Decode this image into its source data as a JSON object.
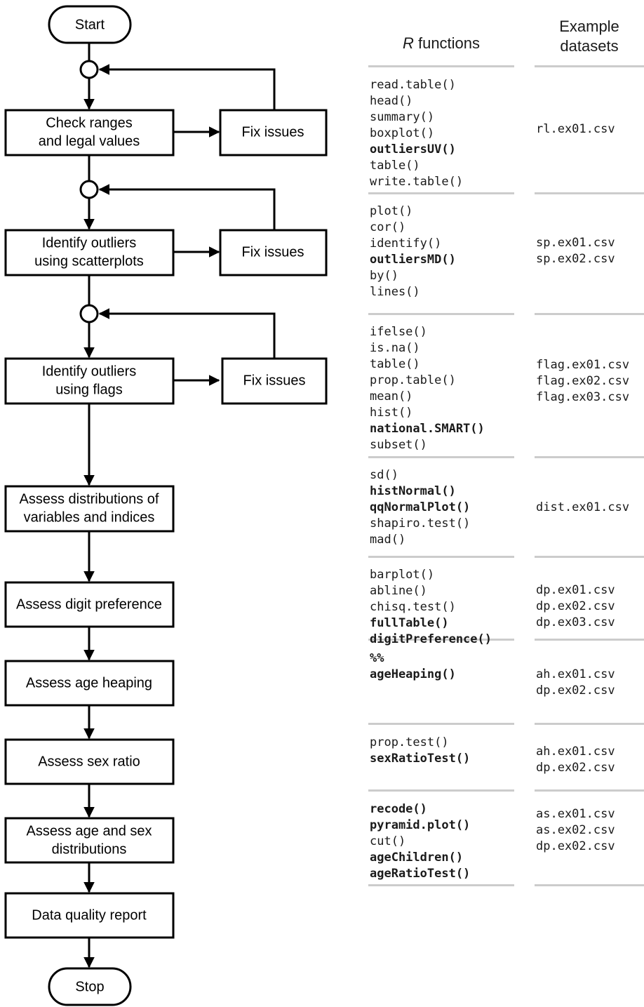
{
  "flowchart": {
    "start_label": "Start",
    "stop_label": "Stop",
    "fix_label": "Fix issues",
    "steps": [
      "Check ranges\nand legal values",
      "Identify outliers\nusing scatterplots",
      "Identify outliers\nusing flags",
      "Assess distributions of\nvariables and indices",
      "Assess digit preference",
      "Assess age heaping",
      "Assess sex ratio",
      "Assess age and sex\ndistributions",
      "Data quality report"
    ],
    "step_lines": [
      [
        "Check ranges",
        "and legal values"
      ],
      [
        "Identify outliers",
        "using scatterplots"
      ],
      [
        "Identify outliers",
        "using flags"
      ],
      [
        "Assess distributions of",
        "variables and indices"
      ],
      [
        "Assess digit preference"
      ],
      [
        "Assess age heaping"
      ],
      [
        "Assess sex ratio"
      ],
      [
        "Assess age and sex",
        "distributions"
      ],
      [
        "Data quality report"
      ]
    ]
  },
  "table": {
    "headers": {
      "functions": "R functions",
      "functions_italic_part": "R",
      "functions_rest": " functions",
      "datasets_line1": "Example",
      "datasets_line2": "datasets"
    },
    "sections": [
      {
        "functions": [
          {
            "name": "read.table()",
            "bold": false
          },
          {
            "name": "head()",
            "bold": false
          },
          {
            "name": "summary()",
            "bold": false
          },
          {
            "name": "boxplot()",
            "bold": false
          },
          {
            "name": "outliersUV()",
            "bold": true
          },
          {
            "name": "table()",
            "bold": false
          },
          {
            "name": "write.table()",
            "bold": false
          }
        ],
        "datasets": [
          "rl.ex01.csv"
        ]
      },
      {
        "functions": [
          {
            "name": "plot()",
            "bold": false
          },
          {
            "name": "cor()",
            "bold": false
          },
          {
            "name": "identify()",
            "bold": false
          },
          {
            "name": "outliersMD()",
            "bold": true
          },
          {
            "name": "by()",
            "bold": false
          },
          {
            "name": "lines()",
            "bold": false
          }
        ],
        "datasets": [
          "sp.ex01.csv",
          "sp.ex02.csv"
        ]
      },
      {
        "functions": [
          {
            "name": "ifelse()",
            "bold": false
          },
          {
            "name": "is.na()",
            "bold": false
          },
          {
            "name": "table()",
            "bold": false
          },
          {
            "name": "prop.table()",
            "bold": false
          },
          {
            "name": "mean()",
            "bold": false
          },
          {
            "name": "hist()",
            "bold": false
          },
          {
            "name": "national.SMART()",
            "bold": true
          },
          {
            "name": "subset()",
            "bold": false
          }
        ],
        "datasets": [
          "flag.ex01.csv",
          "flag.ex02.csv",
          "flag.ex03.csv"
        ]
      },
      {
        "functions": [
          {
            "name": "sd()",
            "bold": false
          },
          {
            "name": "histNormal()",
            "bold": true
          },
          {
            "name": "qqNormalPlot()",
            "bold": true
          },
          {
            "name": "shapiro.test()",
            "bold": false
          },
          {
            "name": "mad()",
            "bold": false
          }
        ],
        "datasets": [
          "dist.ex01.csv"
        ]
      },
      {
        "functions": [
          {
            "name": "barplot()",
            "bold": false
          },
          {
            "name": "abline()",
            "bold": false
          },
          {
            "name": "chisq.test()",
            "bold": false
          },
          {
            "name": "fullTable()",
            "bold": true
          },
          {
            "name": "digitPreference()",
            "bold": true
          }
        ],
        "datasets": [
          "dp.ex01.csv",
          "dp.ex02.csv",
          "dp.ex03.csv"
        ]
      },
      {
        "functions": [
          {
            "name": "%%",
            "bold": true
          },
          {
            "name": "ageHeaping()",
            "bold": true
          }
        ],
        "datasets": [
          "ah.ex01.csv",
          "dp.ex02.csv"
        ]
      },
      {
        "functions": [
          {
            "name": "prop.test()",
            "bold": false
          },
          {
            "name": "sexRatioTest()",
            "bold": true
          }
        ],
        "datasets": [
          "ah.ex01.csv",
          "dp.ex02.csv"
        ]
      },
      {
        "functions": [
          {
            "name": "recode()",
            "bold": true
          },
          {
            "name": "pyramid.plot()",
            "bold": true
          },
          {
            "name": "cut()",
            "bold": false
          },
          {
            "name": "ageChildren()",
            "bold": true
          },
          {
            "name": "ageRatioTest()",
            "bold": true
          }
        ],
        "datasets": [
          "as.ex01.csv",
          "as.ex02.csv",
          "dp.ex02.csv"
        ]
      }
    ]
  },
  "colors": {
    "stroke": "#000000",
    "fill": "#ffffff",
    "rule": "#cccccc",
    "text": "#1a1a1a"
  }
}
